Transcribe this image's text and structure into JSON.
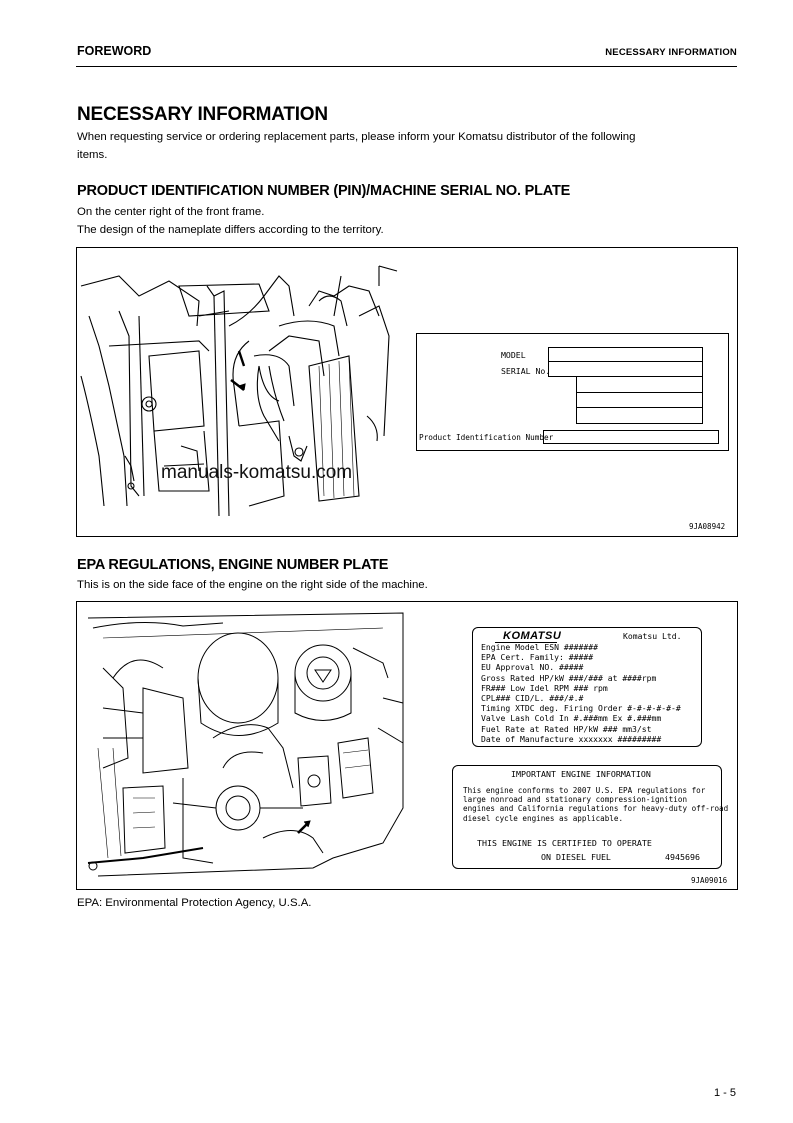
{
  "header": {
    "section": "FOREWORD",
    "topic": "NECESSARY INFORMATION"
  },
  "title": "NECESSARY INFORMATION",
  "intro": [
    "When requesting service or ordering replacement parts, please inform your Komatsu distributor of the following",
    "items."
  ],
  "pin_section": {
    "heading": "PRODUCT IDENTIFICATION NUMBER (PIN)/MACHINE SERIAL NO. PLATE",
    "lines": [
      "On the center right of the front frame.",
      "The design of the nameplate differs according to the territory."
    ],
    "plate": {
      "model_label": "MODEL",
      "serial_label": "SERIAL No.",
      "pin_label": "Product Identification Number"
    },
    "figure_code": "9JA08942"
  },
  "watermark": "manuals-komatsu.com",
  "epa_section": {
    "heading": "EPA REGULATIONS, ENGINE NUMBER PLATE",
    "line": "This is on the side face of the engine on the right side of the machine.",
    "engine_plate": {
      "brand": "KOMATSU",
      "company": "Komatsu Ltd.",
      "rows": [
        "Engine Model          ESN  #######",
        "EPA Cert. Family: #####",
        "EU Approval NO.  #####",
        "Gross Rated HP/kW     ###/### at ####rpm",
        "FR###                 Low Idel RPM ### rpm",
        "CPL###                CID/L. ###/#.#",
        "Timing XTDC   deg.    Firing Order #-#-#-#-#-#",
        "Valve Lash Cold       In #.###mm Ex #.###mm",
        "Fuel Rate at Rated HP/kW ### mm3/st",
        "Date of Manufacture  xxxxxxx  #########"
      ]
    },
    "info_plate": {
      "title": "IMPORTANT ENGINE INFORMATION",
      "body": [
        "This engine conforms to 2007 U.S. EPA regulations for",
        "large nonroad and stationary compression-ignition",
        "engines and California regulations for heavy-duty off-road",
        "diesel cycle engines as applicable."
      ],
      "certified": "THIS ENGINE IS CERTIFIED TO OPERATE",
      "fuel": "ON DIESEL FUEL",
      "part_no": "4945696"
    },
    "figure_code": "9JA09016",
    "note": "EPA: Environmental Protection Agency, U.S.A."
  },
  "footer": {
    "page": "1 - 5"
  }
}
